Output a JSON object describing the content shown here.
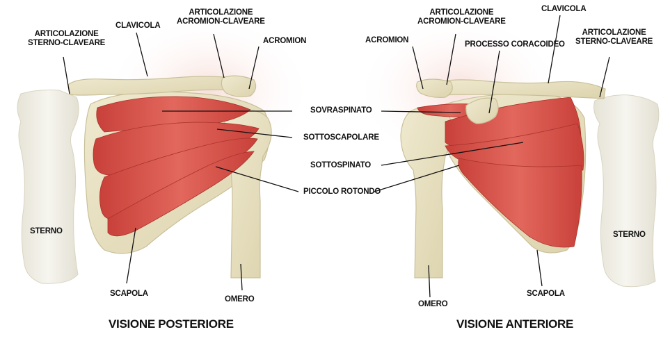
{
  "posterior": {
    "title": "VISIONE POSTERIORE",
    "labels": {
      "sterno_claveare": [
        "ARTICOLAZIONE",
        "STERNO-CLAVEARE"
      ],
      "clavicola": "CLAVICOLA",
      "acromion_claveare": [
        "ARTICOLAZIONE",
        "ACROMION-CLAVEARE"
      ],
      "acromion": "ACROMION",
      "sterno": "STERNO",
      "scapola": "SCAPOLA",
      "omero": "OMERO"
    }
  },
  "center": {
    "sovraspinato": "SOVRASPINATO",
    "sottoscapolare": "SOTTOSCAPOLARE",
    "sottospinato": "SOTTOSPINATO",
    "piccolo_rotondo": "PICCOLO ROTONDO"
  },
  "anterior": {
    "title": "VISIONE ANTERIORE",
    "labels": {
      "acromion": "ACROMION",
      "acromion_claveare": [
        "ARTICOLAZIONE",
        "ACROMION-CLAVEARE"
      ],
      "processo": "PROCESSO CORACOIDEO",
      "clavicola": "CLAVICOLA",
      "sterno_claveare": [
        "ARTICOLAZIONE",
        "STERNO-CLAVEARE"
      ],
      "sterno": "STERNO",
      "scapola": "SCAPOLA",
      "omero": "OMERO"
    }
  },
  "colors": {
    "bone": "#e8e2c4",
    "bone_outline": "#c9c09a",
    "sternum": "#f1efe6",
    "muscle": "#d9534a",
    "muscle_dark": "#b83b33",
    "halo": "#f7e4e0"
  }
}
